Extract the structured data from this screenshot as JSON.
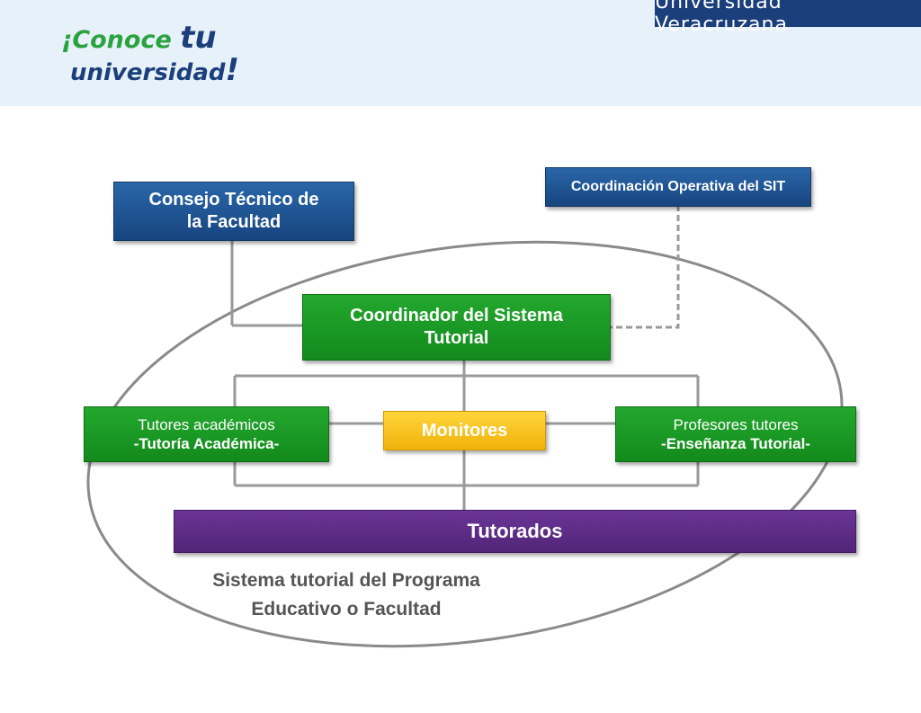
{
  "header": {
    "university": "Universidad Veracruzana",
    "logo_line1_prefix": "¡Conoce ",
    "logo_line1_tu": "tu",
    "logo_line2": "universidad",
    "logo_exclamation": "!"
  },
  "colors": {
    "header_bg": "#e7f1fa",
    "navy": "#1b3f7a",
    "blue_box": "#1f5697",
    "green_box": "#1a9a25",
    "yellow_box": "#f8c322",
    "purple_box": "#5e2b86",
    "connector": "#9a9a9a",
    "ellipse": "#8a8a8a"
  },
  "diagram": {
    "consejo": {
      "line1": "Consejo Técnico de",
      "line2": "la Facultad"
    },
    "coordinacion_operativa": "Coordinación Operativa del SIT",
    "coordinador": {
      "line1": "Coordinador del Sistema",
      "line2": "Tutorial"
    },
    "tutores": {
      "line1": "Tutores académicos",
      "line2": "-Tutoría Académica-"
    },
    "monitores": "Monitores",
    "profesores": {
      "line1": "Profesores tutores",
      "line2": "-Enseñanza Tutorial-"
    },
    "tutorados": "Tutorados",
    "caption": {
      "line1": "Sistema tutorial del Programa",
      "line2": "Educativo o Facultad"
    }
  }
}
